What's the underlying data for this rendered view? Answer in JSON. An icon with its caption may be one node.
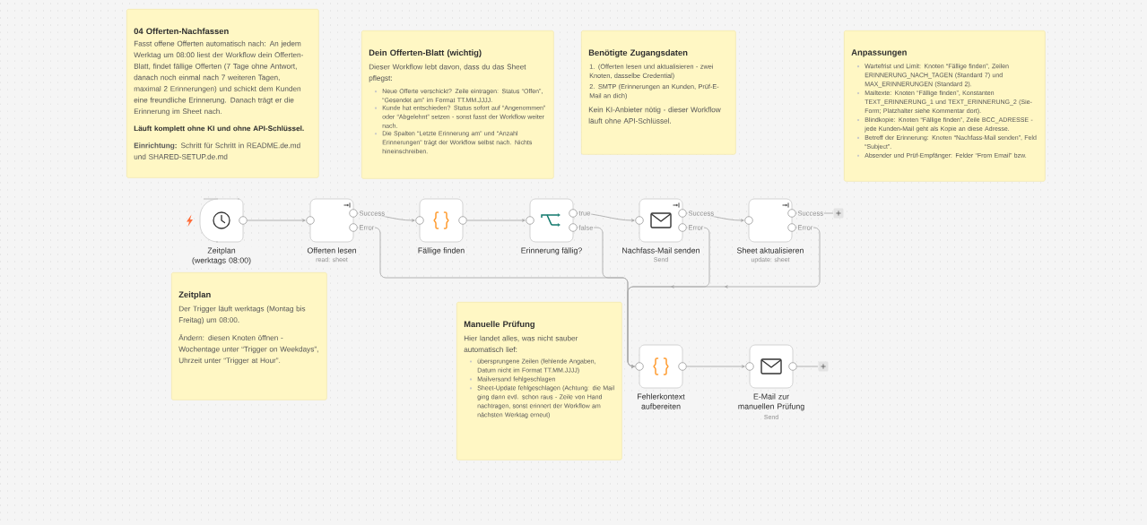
{
  "diagram": {
    "nodes": [
      {
        "text": [
          "04 Offerten-Nachfassen",
          "Fasst offene Offerten automatisch nach: An jedem Werktag um 08:00 liest der Workflow dein Offerten-Blatt, findet fällige Offerten (7 Tage ohne Antwort, danach noch einmal nach 7 weiteren Tagen, maximal 2 Erinnerungen) und schickt dem Kunden eine freundliche Erinnerung. Danach trägt er die Erinnerung im Sheet nach.",
          "Läuft komplett ohne KI und ohne API-Schlüssel.",
          "**Einrichtung:** Schritt für Schritt in README.de.md und SHARED-SETUP.de.md"
        ]
      },
      {
        "text": [
          "Dein Offerten-Blatt (wichtig)",
          "Dieser Workflow lebt davon, dass du das Sheet pflegst:",
          "Neue Offerte verschickt? Zeile eintragen: Status “Offen”, “Gesendet am” im Format TT.MM.JJJJ.",
          "Kunde hat entschieden? Status sofort auf “Angenommen” oder “Abgelehnt” setzen - sonst fasst der Workflow weiter nach.",
          "Die Spalten “Letzte Erinnerung am” und “Anzahl Erinnerungen” trägt der Workflow selbst nach. Nichts hineinschreiben."
        ]
      },
      {
        "text": [
          "Benötigte Zugangsdaten",
          "1. (Offerten lesen und aktualisieren - zwei Knoten, dasselbe Credential)",
          "2. SMTP (Erinnerungen an Kunden, Prüf-E-Mail an dich)",
          "Kein KI-Anbieter nötig - dieser Workflow läuft ohne API-Schlüssel."
        ]
      },
      {
        "text": [
          "Anpassungen",
          "Wartefrist und Limit: Knoten “Fällige finden”, Zeilen ERINNERUNG_NACH_TAGEN (Standard 7) und MAX_ERINNERUNGEN (Standard 2).",
          "Mailtexte: Knoten “Fällige finden”, Konstanten TEXT_ERINNERUNG_1 und TEXT_ERINNERUNG_2 (Sie-Form; Platzhalter siehe Kommentar dort).",
          "Blindkopie: Knoten “Fällige finden”, Zeile BCC_ADRESSE - jede Kunden-Mail geht als Kopie an diese Adresse.",
          "Betreff der Erinnerung: Knoten “Nachfass-Mail senden”, Feld “Subject”.",
          "Absender und Prüf-Empfänger: Felder “From Email” bzw."
        ]
      },
      {
        "text": [
          "Zeitplan (werktags 08:00)"
        ]
      },
      {
        "text": [
          "Offerten lesen",
          "read: sheet"
        ]
      },
      {
        "text": [
          "Fällige finden"
        ]
      },
      {
        "text": [
          "Erinnerung fällig?"
        ]
      },
      {
        "text": [
          "Nachfass-Mail senden",
          "Send"
        ]
      },
      {
        "text": [
          "Sheet aktualisieren",
          "update: sheet"
        ]
      },
      {
        "text": [
          "Zeitplan",
          "Der Trigger läuft werktags (Montag bis Freitag) um 08:00.",
          "Ändern: diesen Knoten öffnen - Wochentage unter “Trigger on Weekdays”, Uhrzeit unter “Trigger at Hour”."
        ]
      },
      {
        "text": [
          "Manuelle Prüfung",
          "Hier landet alles, was nicht sauber automatisch lief:",
          "übersprungene Zeilen (fehlende Angaben, Datum nicht im Format TT.MM.JJJJ)",
          "Mailversand fehlgeschlagen",
          "Sheet-Update fehlgeschlagen (Achtung: die Mail ging dann evtl. schon raus - Zeile von Hand nachtragen, sonst erinnert der Workflow am nächsten Werktag erneut)"
        ]
      },
      {
        "text": [
          "Fehlerkontext aufbereiten"
        ]
      },
      {
        "text": [
          "E-Mail zur manuellen Prüfung",
          "Send"
        ]
      }
    ],
    "edges": [
      {
        "from": 4,
        "to": 5,
        "arrow": "to"
      },
      {
        "from": 5,
        "to": 6,
        "arrow": "to",
        "label": "Success"
      },
      {
        "from": 5,
        "to": 12,
        "arrow": "to",
        "label": "Error"
      },
      {
        "from": 6,
        "to": 7,
        "arrow": "to"
      },
      {
        "from": 7,
        "to": 8,
        "arrow": "to",
        "label": "true"
      },
      {
        "from": 7,
        "to": 12,
        "arrow": "to",
        "label": "false"
      },
      {
        "from": 8,
        "to": 9,
        "arrow": "to",
        "label": "Success"
      },
      {
        "from": 8,
        "to": 12,
        "arrow": "to",
        "label": "Error"
      },
      {
        "from": 9,
        "to": null,
        "arrow": "none",
        "label": "Success"
      },
      {
        "from": 9,
        "to": 12,
        "arrow": "to",
        "label": "Error"
      },
      {
        "from": 12,
        "to": 13,
        "arrow": "to"
      },
      {
        "from": 13,
        "to": null,
        "arrow": "none"
      }
    ]
  }
}
